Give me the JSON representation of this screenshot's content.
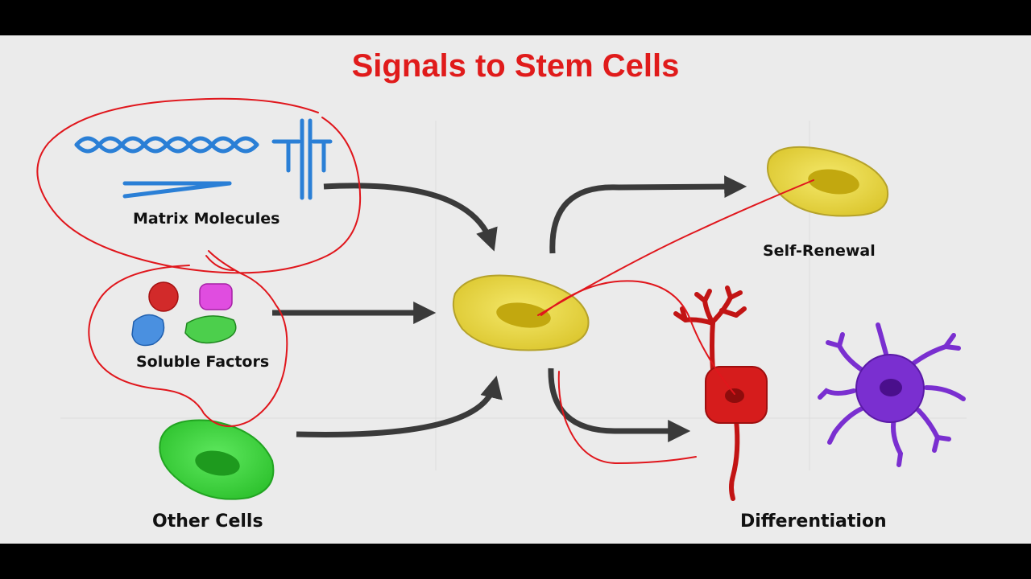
{
  "title": "Signals to Stem Cells",
  "labels": {
    "matrix_molecules": "Matrix Molecules",
    "soluble_factors": "Soluble Factors",
    "other_cells": "Other Cells",
    "self_renewal": "Self-Renewal",
    "differentiation": "Differentiation"
  },
  "colors": {
    "title": "#e01b1b",
    "annotation_ink": "#e0161c",
    "arrow": "#3a3a3a",
    "stem_cell": "#e9d843",
    "matrix": "#2a7fd6",
    "other_cell": "#3fd43f",
    "neuron": "#d61c1c",
    "glia": "#7a2fd0"
  }
}
